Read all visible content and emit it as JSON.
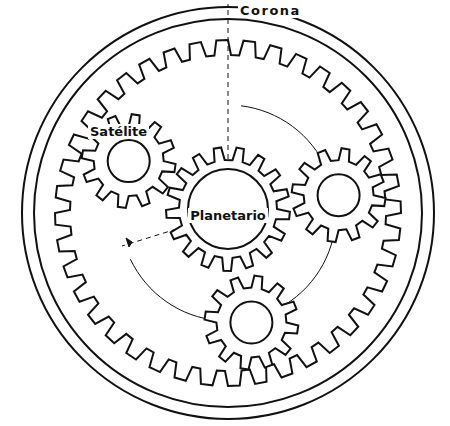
{
  "diagram": {
    "labels": [
      "Corona",
      "Satélite",
      "Planetario"
    ]
  }
}
